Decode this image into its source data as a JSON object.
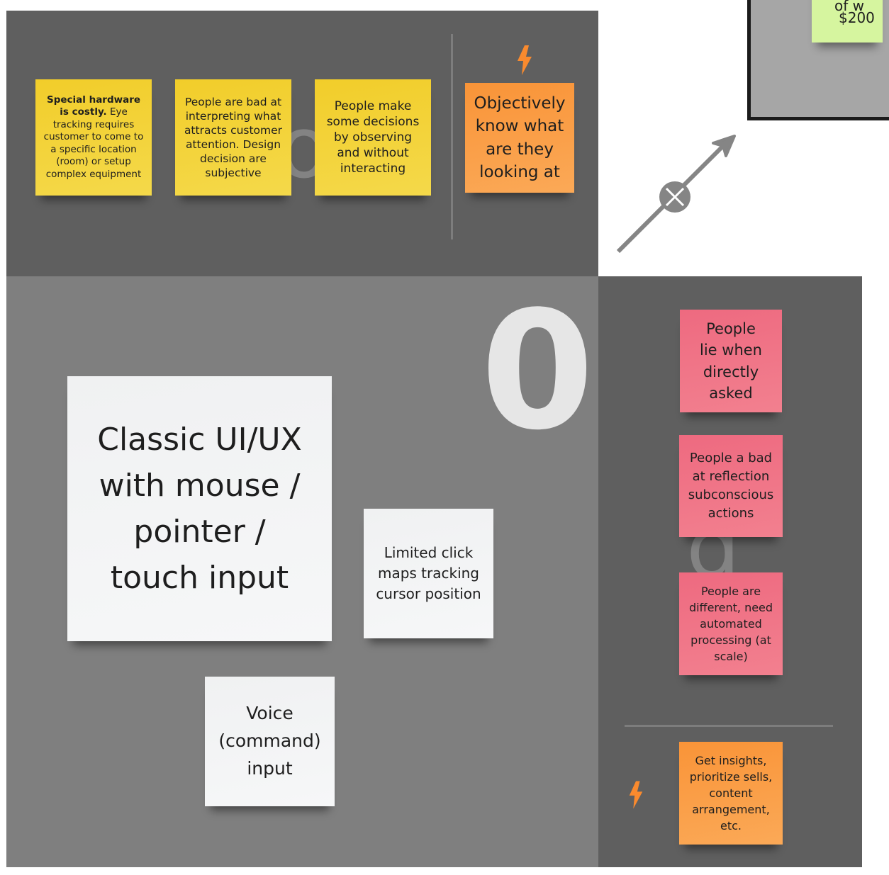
{
  "canvas": {
    "frames": {
      "top_frame_color": "#5f5f5f",
      "main_frame_color": "#7f7f7f",
      "right_frame_color": "#5f5f5f",
      "corner_frame_color": "#a6a6a6"
    },
    "section_number": "0",
    "ghost_letters": {
      "top": "o",
      "right": "g"
    }
  },
  "top_row": {
    "sticky_1": {
      "bold": "Special hardware is costly.",
      "text": " Eye tracking requires customer to come to a specific location (room) or setup complex equipment",
      "color": "#f2cd2a"
    },
    "sticky_2": {
      "text": "People are bad at interpreting what attracts customer attention. Design decision are subjective",
      "color": "#f2cd2a"
    },
    "sticky_3": {
      "text": "People make some decisions by observing and without interacting",
      "color": "#f2cd2a"
    },
    "sticky_4": {
      "text": "Objectively know what are they looking at",
      "color": "#f99438",
      "icon": "lightning-icon"
    }
  },
  "corner_sticky": {
    "text": "of w…\n$200",
    "line1": "of w",
    "line2": "$200",
    "color": "#d6f59f"
  },
  "connector": {
    "icon": "close-circle-icon",
    "arrow": "arrow-up-right-icon"
  },
  "main_area": {
    "sticky_classic": {
      "text": "Classic UI/UX with mouse / pointer / touch input"
    },
    "sticky_click_maps": {
      "text": "Limited click maps tracking cursor position"
    },
    "sticky_voice": {
      "text": "Voice (command) input"
    }
  },
  "right_column": {
    "sticky_lie": {
      "text": "People lie when directly asked",
      "color": "#ee6a80"
    },
    "sticky_reflection": {
      "text": "People a bad at reflection subconscious actions",
      "color": "#ee6a80"
    },
    "sticky_different": {
      "text": "People are different, need automated processing (at scale)",
      "color": "#ee6a80"
    },
    "sticky_insights": {
      "text": "Get insights, prioritize sells, content arrangement, etc.",
      "color": "#f99438",
      "icon": "lightning-icon"
    }
  }
}
